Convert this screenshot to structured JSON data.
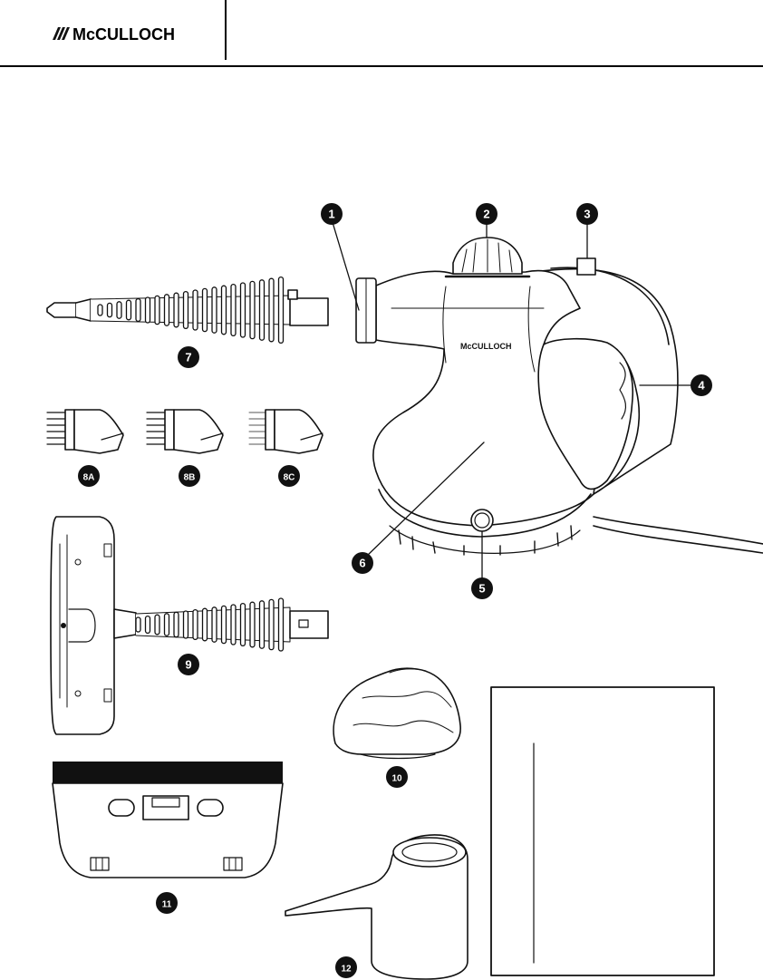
{
  "header": {
    "brand": "McCULLOCH"
  },
  "product": {
    "brand_on_body": "McCULLOCH"
  },
  "callouts": [
    "1",
    "2",
    "3",
    "4",
    "5",
    "6",
    "7",
    "8A",
    "8B",
    "8C",
    "9",
    "10",
    "11",
    "12"
  ],
  "callout_labels": {
    "c1": "1",
    "c2": "2",
    "c3": "3",
    "c4": "4",
    "c5": "5",
    "c6": "6",
    "c7": "7",
    "c8a": "8A",
    "c8b": "8B",
    "c8c": "8C",
    "c9": "9",
    "c10": "10",
    "c11": "11",
    "c12": "12"
  }
}
